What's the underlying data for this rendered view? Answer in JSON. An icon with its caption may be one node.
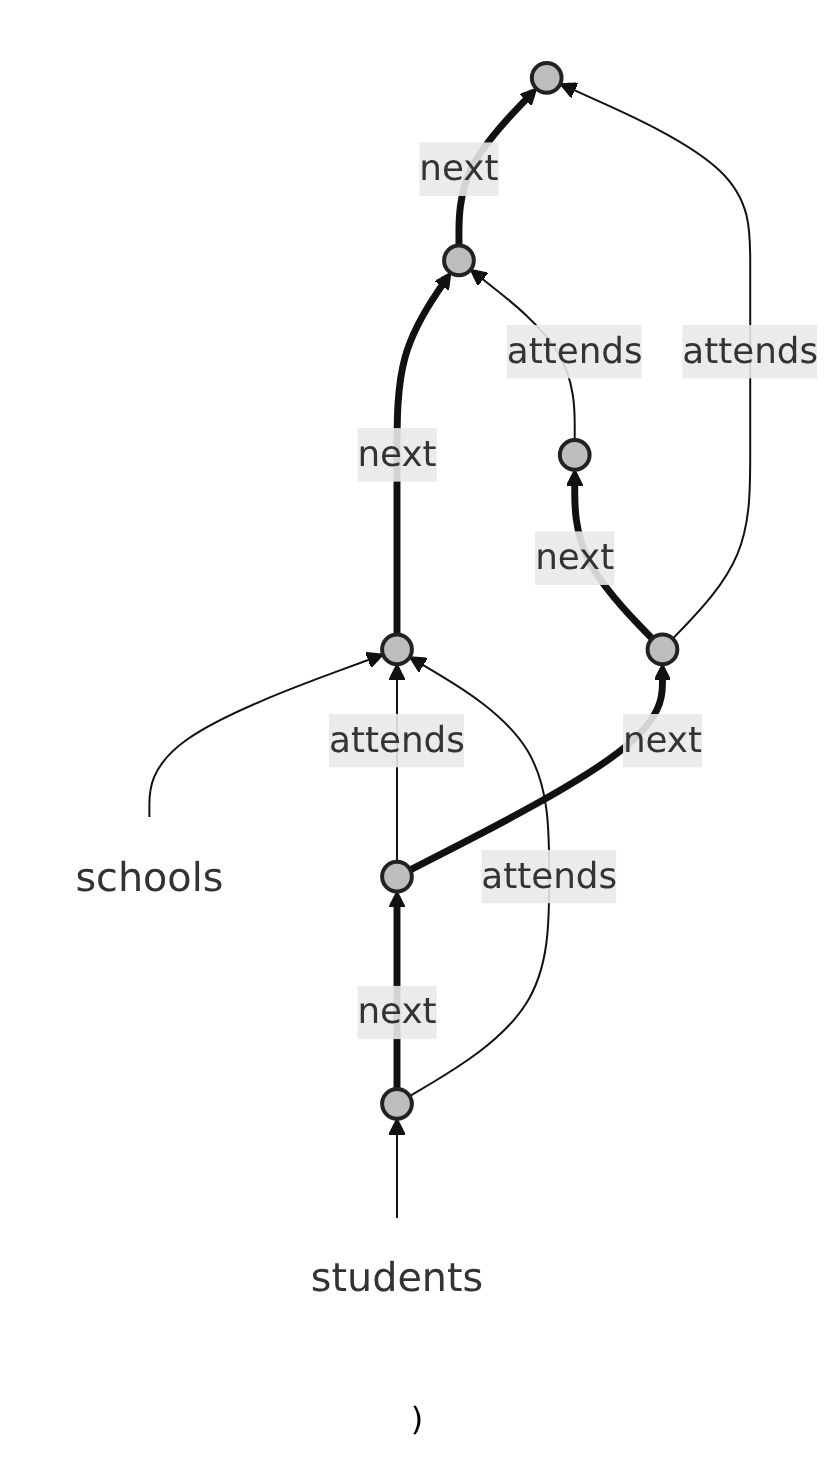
{
  "diagram": {
    "nodes": [
      {
        "text": [],
        "shape": "circle"
      },
      {
        "text": [],
        "shape": "circle"
      },
      {
        "text": [],
        "shape": "circle"
      },
      {
        "text": [],
        "shape": "circle"
      },
      {
        "text": [],
        "shape": "circle"
      },
      {
        "text": [],
        "shape": "circle"
      },
      {
        "text": [],
        "shape": "circle"
      },
      {
        "text": [
          "students"
        ]
      },
      {
        "text": [
          "schools"
        ]
      }
    ],
    "edges": [
      {
        "from": 7,
        "to": 5,
        "arrow": "to"
      },
      {
        "from": 8,
        "to": 6,
        "arrow": "to"
      },
      {
        "from": 5,
        "to": 3,
        "arrow": "to",
        "label": "next",
        "style": "thick"
      },
      {
        "from": 3,
        "to": 1,
        "arrow": "to",
        "label": "next",
        "style": "thick"
      },
      {
        "from": 1,
        "to": 0,
        "arrow": "to",
        "label": "next",
        "style": "thick"
      },
      {
        "from": 6,
        "to": 4,
        "arrow": "to",
        "label": "next",
        "style": "thick"
      },
      {
        "from": 4,
        "to": 2,
        "arrow": "to",
        "label": "next",
        "style": "thick"
      },
      {
        "from": 1,
        "to": 2,
        "arrow": "to",
        "label": "attends"
      },
      {
        "from": 0,
        "to": 4,
        "arrow": "to",
        "label": "attends"
      },
      {
        "from": 3,
        "to": 6,
        "arrow": "to",
        "label": "attends"
      },
      {
        "from": 5,
        "to": 6,
        "arrow": "to",
        "label": "attends"
      }
    ],
    "labels": [
      ")"
    ]
  }
}
